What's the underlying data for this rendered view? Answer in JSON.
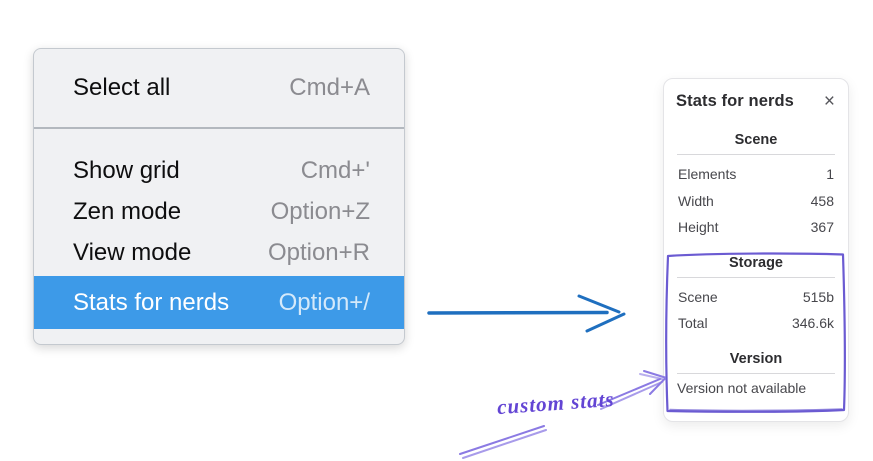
{
  "context_menu": {
    "items": [
      {
        "label": "Select all",
        "shortcut": "Cmd+A"
      },
      {
        "label": "Show grid",
        "shortcut": "Cmd+'"
      },
      {
        "label": "Zen mode",
        "shortcut": "Option+Z"
      },
      {
        "label": "View mode",
        "shortcut": "Option+R"
      },
      {
        "label": "Stats for nerds",
        "shortcut": "Option+/",
        "selected": true
      }
    ]
  },
  "stats_panel": {
    "title": "Stats for nerds",
    "close_icon": "×",
    "sections": [
      {
        "heading": "Scene",
        "rows": [
          {
            "label": "Elements",
            "value": "1"
          },
          {
            "label": "Width",
            "value": "458"
          },
          {
            "label": "Height",
            "value": "367"
          }
        ]
      },
      {
        "heading": "Storage",
        "rows": [
          {
            "label": "Scene",
            "value": "515b"
          },
          {
            "label": "Total",
            "value": "346.6k"
          }
        ]
      },
      {
        "heading": "Version",
        "note": "Version not available"
      }
    ]
  },
  "annotations": {
    "custom_stats_label": "custom stats"
  },
  "colors": {
    "menu_highlight": "#3d9ae8",
    "menu_background": "#f0f1f3",
    "flow_arrow_blue": "#1f6fbf",
    "annotation_box_purple": "#6b5bd2",
    "handwriting_purple": "#6345d4"
  }
}
